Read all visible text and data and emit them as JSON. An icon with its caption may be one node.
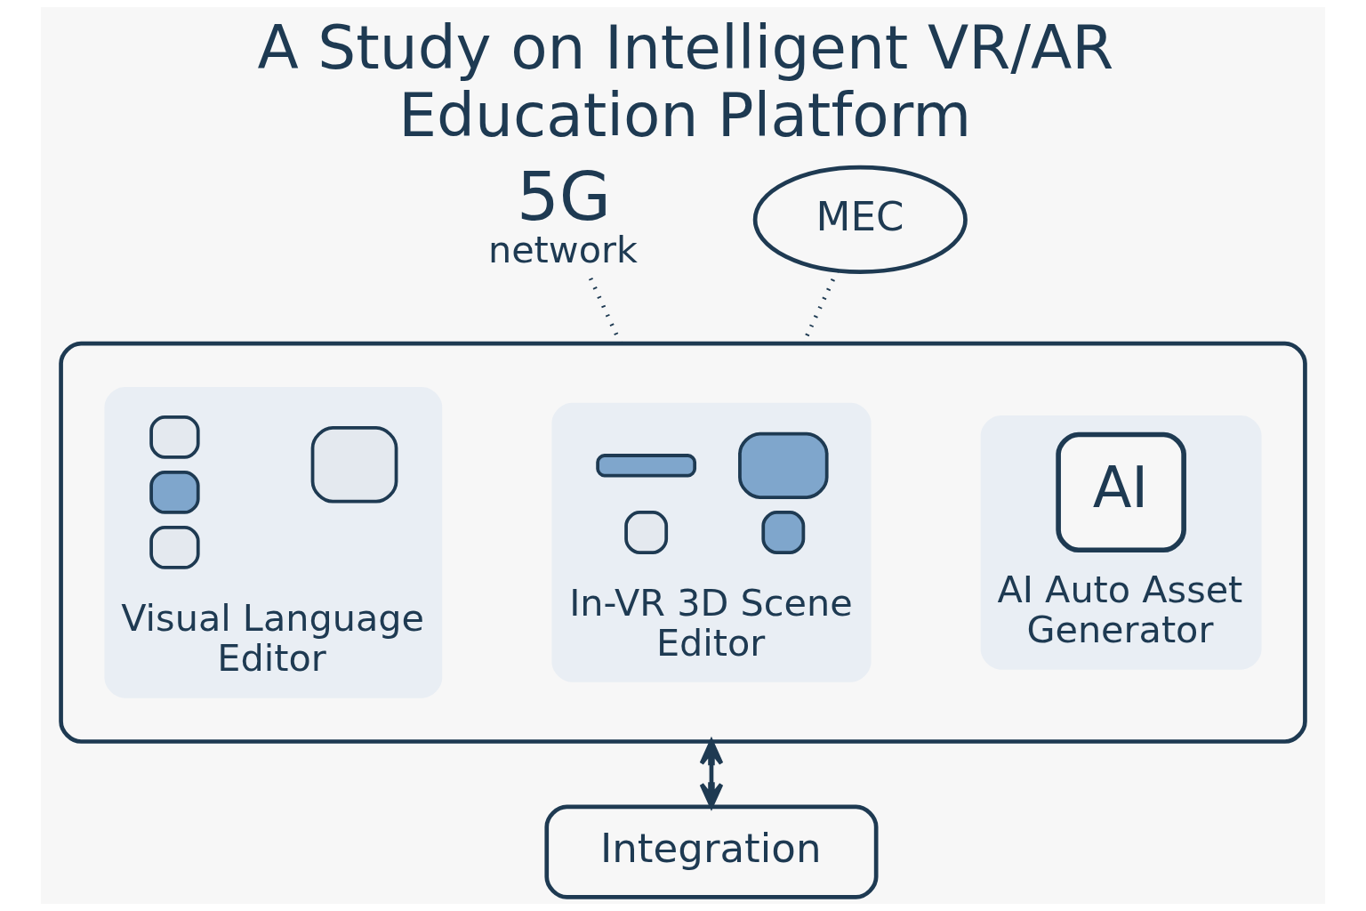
{
  "diagram": {
    "title": "A Study on Intelligent VR/AR Education Platform",
    "nodes": [
      {
        "text": [
          "5G",
          "network"
        ]
      },
      {
        "text": [
          "MEC"
        ]
      },
      {
        "text": [],
        "shape": "box"
      },
      {
        "text": [
          "Visual Language Editor"
        ],
        "in": 2
      },
      {
        "text": [
          "In-VR 3D Scene Editor"
        ],
        "in": 2
      },
      {
        "text": [
          "AI",
          "AI Auto Asset Generator"
        ],
        "in": 2
      },
      {
        "text": [
          "Integration"
        ]
      }
    ],
    "edges": [
      {
        "from": 0,
        "to": 2,
        "arrow": "none",
        "style": "dashed"
      },
      {
        "from": 1,
        "to": 2,
        "arrow": "none",
        "style": "dashed"
      },
      {
        "from": 2,
        "to": 6,
        "arrow": "both"
      }
    ]
  }
}
